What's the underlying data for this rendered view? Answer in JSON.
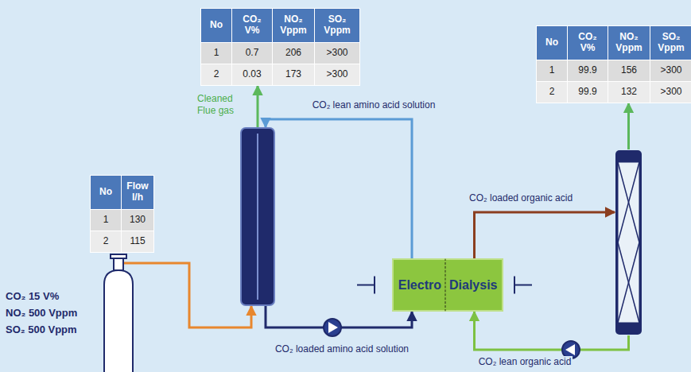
{
  "diagram": {
    "nodes": [
      {
        "text": [
          "No",
          "CO₂ V%",
          "NO₂ Vppm",
          "SO₂ Vppm",
          "1",
          "0.7",
          "206",
          ">300",
          "2",
          "0.03",
          "173",
          ">300"
        ]
      },
      {
        "text": [
          "No",
          "CO₂ V%",
          "NO₂ Vppm",
          "SO₂ Vppm",
          "1",
          "99.9",
          "156",
          ">300",
          "2",
          "99.9",
          "132",
          ">300"
        ]
      },
      {
        "text": [
          "No",
          "Flow l/h",
          "1",
          "130",
          "2",
          "115"
        ]
      },
      {
        "text": []
      },
      {
        "text": [
          "CO₂ 15 V%",
          "NO₂ 500 Vppm",
          "SO₂ 500 Vppm"
        ]
      },
      {
        "text": [
          "Electro"
        ]
      },
      {
        "text": [
          "Dialysis"
        ]
      },
      {
        "text": []
      }
    ],
    "edges": [
      {
        "from": 4,
        "to": 3,
        "arrow": "to"
      },
      {
        "from": 3,
        "to": 0,
        "arrow": "to",
        "label": "Cleaned Flue gas"
      },
      {
        "from": 3,
        "to": 5,
        "arrow": "to",
        "label": "CO₂ loaded amino acid solution"
      },
      {
        "from": 5,
        "to": 3,
        "arrow": "to",
        "label": "CO₂ lean amino acid solution"
      },
      {
        "from": 6,
        "to": 7,
        "arrow": "to",
        "label": "CO₂ loaded organic acid"
      },
      {
        "from": 7,
        "to": 6,
        "arrow": "to",
        "label": "CO₂ lean organic acid"
      },
      {
        "from": 7,
        "to": 1,
        "arrow": "to"
      }
    ]
  }
}
